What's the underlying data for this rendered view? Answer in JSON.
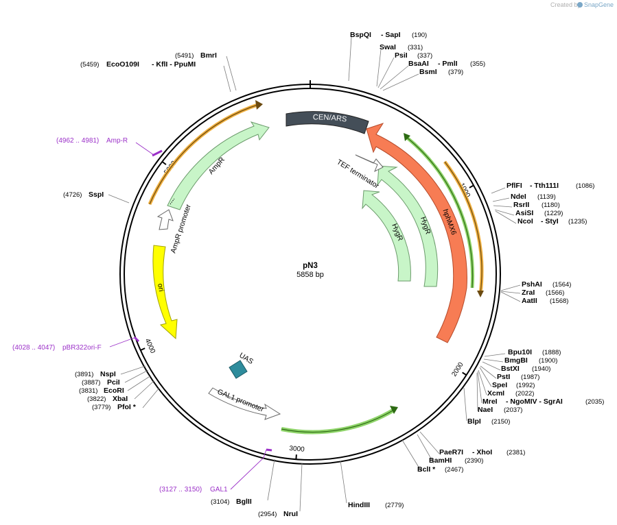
{
  "credit": {
    "prefix": "Created by",
    "brand": "SnapGene"
  },
  "plasmid": {
    "name": "pN3",
    "length_label": "5858 bp",
    "length": 5858
  },
  "ticks": [
    {
      "bp": 1000,
      "label": "1000"
    },
    {
      "bp": 2000,
      "label": "2000"
    },
    {
      "bp": 3000,
      "label": "3000"
    },
    {
      "bp": 4000,
      "label": "4000"
    },
    {
      "bp": 5000,
      "label": "5000"
    }
  ],
  "features": [
    {
      "name": "CEN/ARS",
      "label": "CEN/ARS",
      "color": "#444e58",
      "type": "box"
    },
    {
      "name": "hph-mx6",
      "label": "hphMX6",
      "color": "#f77c54",
      "type": "arrow"
    },
    {
      "name": "hygr-1",
      "label": "HygR",
      "color": "#c8f5c8",
      "type": "arrow"
    },
    {
      "name": "hygr-2",
      "label": "HygR",
      "color": "#c8f5c8",
      "type": "arrow"
    },
    {
      "name": "tef-terminator",
      "label": "TEF terminator",
      "color": "#ffffff",
      "type": "arrow"
    },
    {
      "name": "ampr",
      "label": "AmpR",
      "color": "#c8f5c8",
      "type": "arrow"
    },
    {
      "name": "ampr-promoter",
      "label": "AmpR promoter",
      "color": "#ffffff",
      "type": "arrow"
    },
    {
      "name": "ori",
      "label": "ori",
      "color": "#ffff00",
      "type": "arrow"
    },
    {
      "name": "uas",
      "label": "UAS",
      "color": "#2e8c9c",
      "type": "box"
    },
    {
      "name": "gal1-promoter",
      "label": "GAL1 promoter",
      "color": "#ffffff",
      "type": "arrow"
    },
    {
      "name": "orf-green",
      "label": "",
      "color": "#8fd46a",
      "type": "orf"
    },
    {
      "name": "orf-orange-top",
      "label": "",
      "color": "#f0b040",
      "type": "orf"
    },
    {
      "name": "orf-orange-right",
      "label": "",
      "color": "#f0b040",
      "type": "orf"
    },
    {
      "name": "orf-green-right",
      "label": "",
      "color": "#8fd46a",
      "type": "orf"
    }
  ],
  "sites": [
    {
      "text": "BspQI",
      "extra": "- SapI",
      "pos": "(190)"
    },
    {
      "text": "SwaI",
      "extra": "",
      "pos": "(331)"
    },
    {
      "text": "PsiI",
      "extra": "",
      "pos": "(337)"
    },
    {
      "text": "BsaAI",
      "extra": "- PmlI",
      "pos": "(355)"
    },
    {
      "text": "BsmI",
      "extra": "",
      "pos": "(379)"
    },
    {
      "text": "PflFI",
      "extra": "- Tth111I",
      "pos": "(1086)"
    },
    {
      "text": "NdeI",
      "extra": "",
      "pos": "(1139)"
    },
    {
      "text": "RsrII",
      "extra": "",
      "pos": "(1180)"
    },
    {
      "text": "AsiSI",
      "extra": "",
      "pos": "(1229)"
    },
    {
      "text": "NcoI",
      "extra": "- StyI",
      "pos": "(1235)"
    },
    {
      "text": "PshAI",
      "extra": "",
      "pos": "(1564)"
    },
    {
      "text": "ZraI",
      "extra": "",
      "pos": "(1566)"
    },
    {
      "text": "AatII",
      "extra": "",
      "pos": "(1568)"
    },
    {
      "text": "Bpu10I",
      "extra": "",
      "pos": "(1888)"
    },
    {
      "text": "BmgBI",
      "extra": "",
      "pos": "(1900)"
    },
    {
      "text": "BstXI",
      "extra": "",
      "pos": "(1940)"
    },
    {
      "text": "PstI",
      "extra": "",
      "pos": "(1987)"
    },
    {
      "text": "SpeI",
      "extra": "",
      "pos": "(1992)"
    },
    {
      "text": "XcmI",
      "extra": "",
      "pos": "(2022)"
    },
    {
      "text": "MreI",
      "extra": "- NgoMIV   - SgrAI",
      "pos": "(2035)"
    },
    {
      "text": "NaeI",
      "extra": "",
      "pos": "(2037)"
    },
    {
      "text": "BlpI",
      "extra": "",
      "pos": "(2150)"
    },
    {
      "text": "PaeR7I",
      "extra": "- XhoI",
      "pos": "(2381)"
    },
    {
      "text": "BamHI",
      "extra": "",
      "pos": "(2390)"
    },
    {
      "text": "BclI *",
      "extra": "",
      "pos": "(2467)"
    },
    {
      "text": "HindIII",
      "extra": "",
      "pos": "(2779)"
    },
    {
      "text": "NruI",
      "extra": "",
      "pos": "(2954)"
    },
    {
      "text": "BglII",
      "extra": "",
      "pos": "(3104)"
    },
    {
      "text": "PfoI *",
      "extra": "",
      "pos": "(3779)"
    },
    {
      "text": "XbaI",
      "extra": "",
      "pos": "(3822)"
    },
    {
      "text": "EcoRI",
      "extra": "",
      "pos": "(3831)"
    },
    {
      "text": "PciI",
      "extra": "",
      "pos": "(3887)"
    },
    {
      "text": "NspI",
      "extra": "",
      "pos": "(3891)"
    },
    {
      "text": "SspI",
      "extra": "",
      "pos": "(4726)"
    },
    {
      "text": "EcoO109I",
      "extra": "- KflI   - PpuMI",
      "pos": "(5459)"
    },
    {
      "text": "BmrI",
      "extra": "",
      "pos": "(5491)"
    }
  ],
  "primers": [
    {
      "name": "Amp-R",
      "range": "(4962 .. 4981)"
    },
    {
      "name": "pBR322ori-F",
      "range": "(4028 .. 4047)"
    },
    {
      "name": "GAL1",
      "range": "(3127 .. 3150)"
    }
  ]
}
